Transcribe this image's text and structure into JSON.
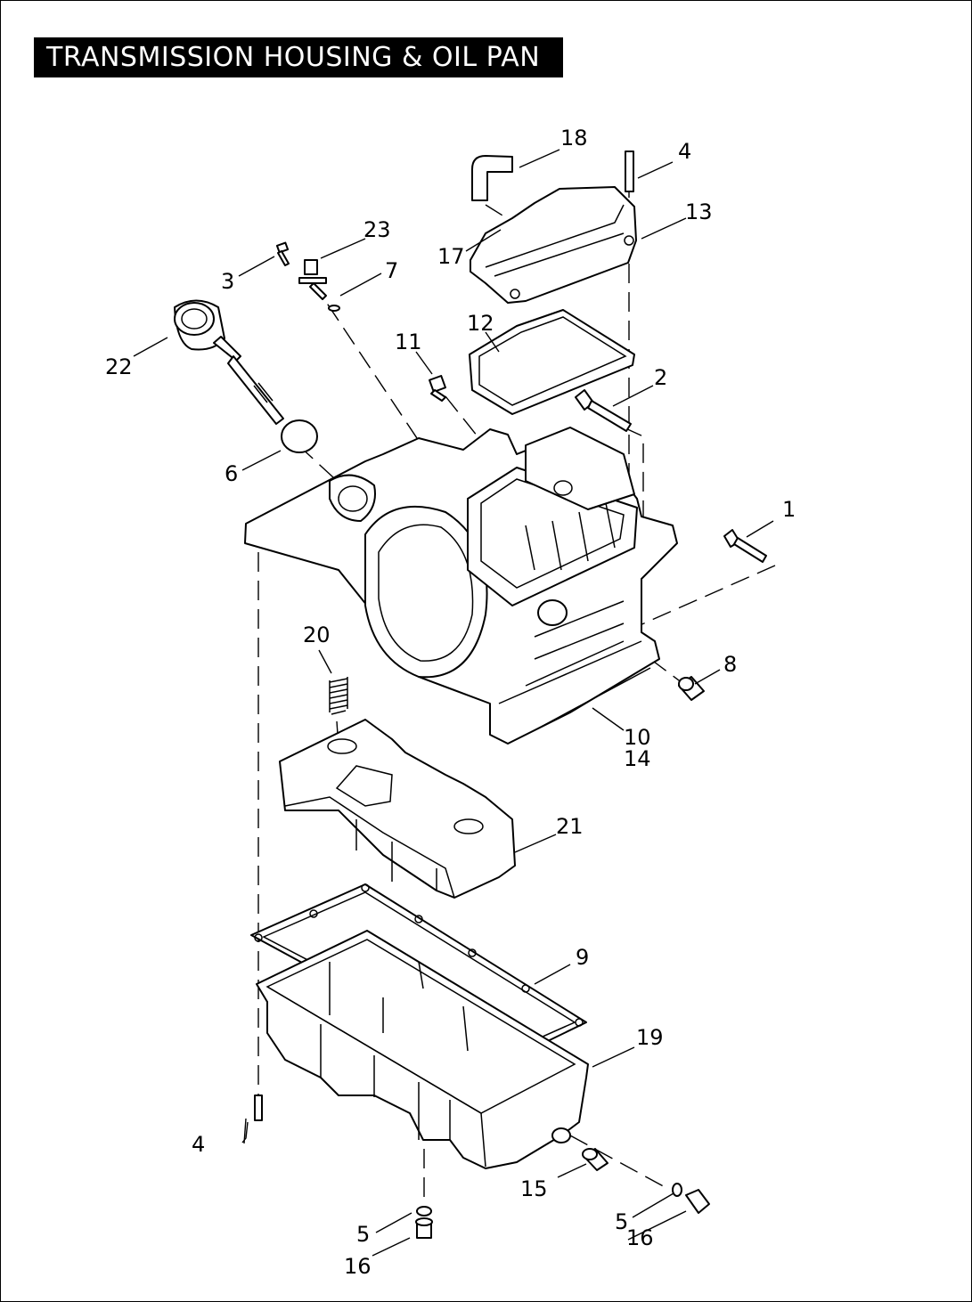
{
  "title": "TRANSMISSION HOUSING & OIL PAN",
  "callouts": {
    "c1": "1",
    "c2": "2",
    "c3": "3",
    "c4_top": "4",
    "c4_bottom": "4",
    "c5_left": "5",
    "c5_right": "5",
    "c6": "6",
    "c7": "7",
    "c8": "8",
    "c9": "9",
    "c10": "10",
    "c11": "11",
    "c12": "12",
    "c13": "13",
    "c14": "14",
    "c15": "15",
    "c16_left": "16",
    "c16_right": "16",
    "c17": "17",
    "c18": "18",
    "c19": "19",
    "c20": "20",
    "c21": "21",
    "c22": "22",
    "c23": "23"
  }
}
